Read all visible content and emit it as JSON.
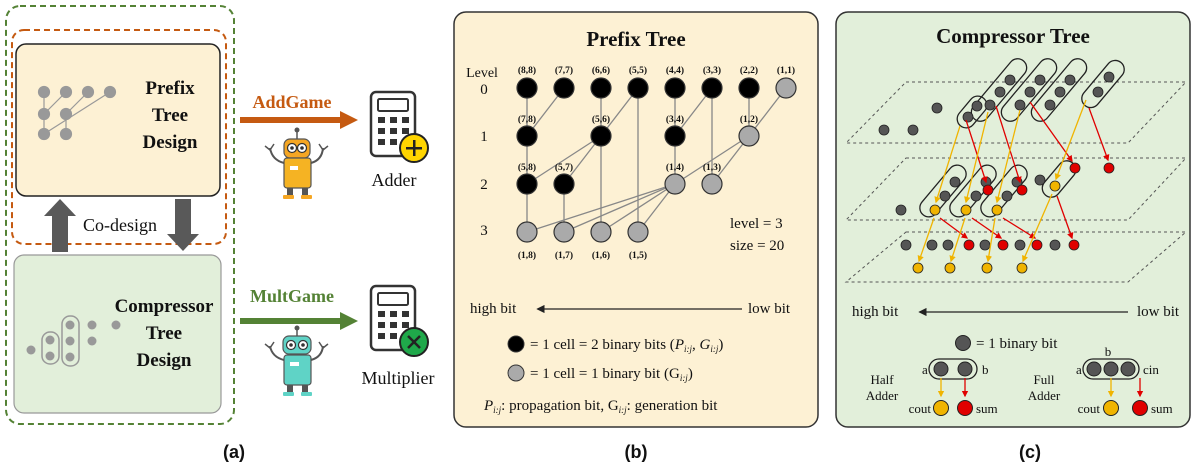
{
  "panel_a": {
    "prefix_box_title": [
      "Prefix",
      "Tree",
      "Design"
    ],
    "codesign_label": "Co-design",
    "compressor_box_title": [
      "Compressor",
      "Tree",
      "Design"
    ],
    "addgame_label": "AddGame",
    "multgame_label": "MultGame",
    "adder_label": "Adder",
    "multiplier_label": "Multiplier",
    "caption": "(a)",
    "colors": {
      "orange": "#c55a11",
      "green": "#548235",
      "prefix_fill": "#fdf1d4",
      "compressor_fill": "#e2efda"
    }
  },
  "panel_b": {
    "title": "Prefix Tree",
    "level_heading": "Level",
    "level_numbers": [
      "0",
      "1",
      "2",
      "3"
    ],
    "top_labels": [
      "(8,8)",
      "(7,7)",
      "(6,6)",
      "(5,5)",
      "(4,4)",
      "(3,3)",
      "(2,2)",
      "(1,1)"
    ],
    "level1_labels": [
      "(7,8)",
      "(5,6)",
      "(3,4)",
      "(1,2)"
    ],
    "level2_labels": [
      "(5,8)",
      "(5,7)",
      "(1,4)",
      "(1,3)"
    ],
    "bottom_labels": [
      "(1,8)",
      "(1,7)",
      "(1,6)",
      "(1,5)"
    ],
    "stats": [
      "level = 3",
      "size = 20"
    ],
    "high_bit": "high bit",
    "low_bit": "low bit",
    "legend_black_prefix": "= 1 cell = 2 binary bits (",
    "legend_black_vars": "P",
    "legend_black_sub": "i:j",
    "legend_black_mid": ", G",
    "legend_black_sub2": "i:j",
    "legend_black_end": ")",
    "legend_gray_prefix": "= 1 cell = 1 binary bit (G",
    "legend_gray_sub": "i:j",
    "legend_gray_end": ")",
    "legend_def_p": "P",
    "legend_def_p_sub": "i:j",
    "legend_def_mid": ": propagation bit, G",
    "legend_def_g_sub": "i:j",
    "legend_def_end": ": generation bit",
    "caption": "(b)",
    "colors": {
      "fill": "#fdf1d4"
    }
  },
  "panel_c": {
    "title": "Compressor Tree",
    "high_bit": "high bit",
    "low_bit": "low bit",
    "legend_bit": "= 1 binary bit",
    "half_adder": [
      "Half",
      "Adder"
    ],
    "full_adder": [
      "Full",
      "Adder"
    ],
    "a": "a",
    "b": "b",
    "cin": "cin",
    "cout": "cout",
    "sum": "sum",
    "caption": "(c)",
    "colors": {
      "fill": "#e2efda",
      "yellow": "#f0b400",
      "red": "#e00000"
    }
  }
}
